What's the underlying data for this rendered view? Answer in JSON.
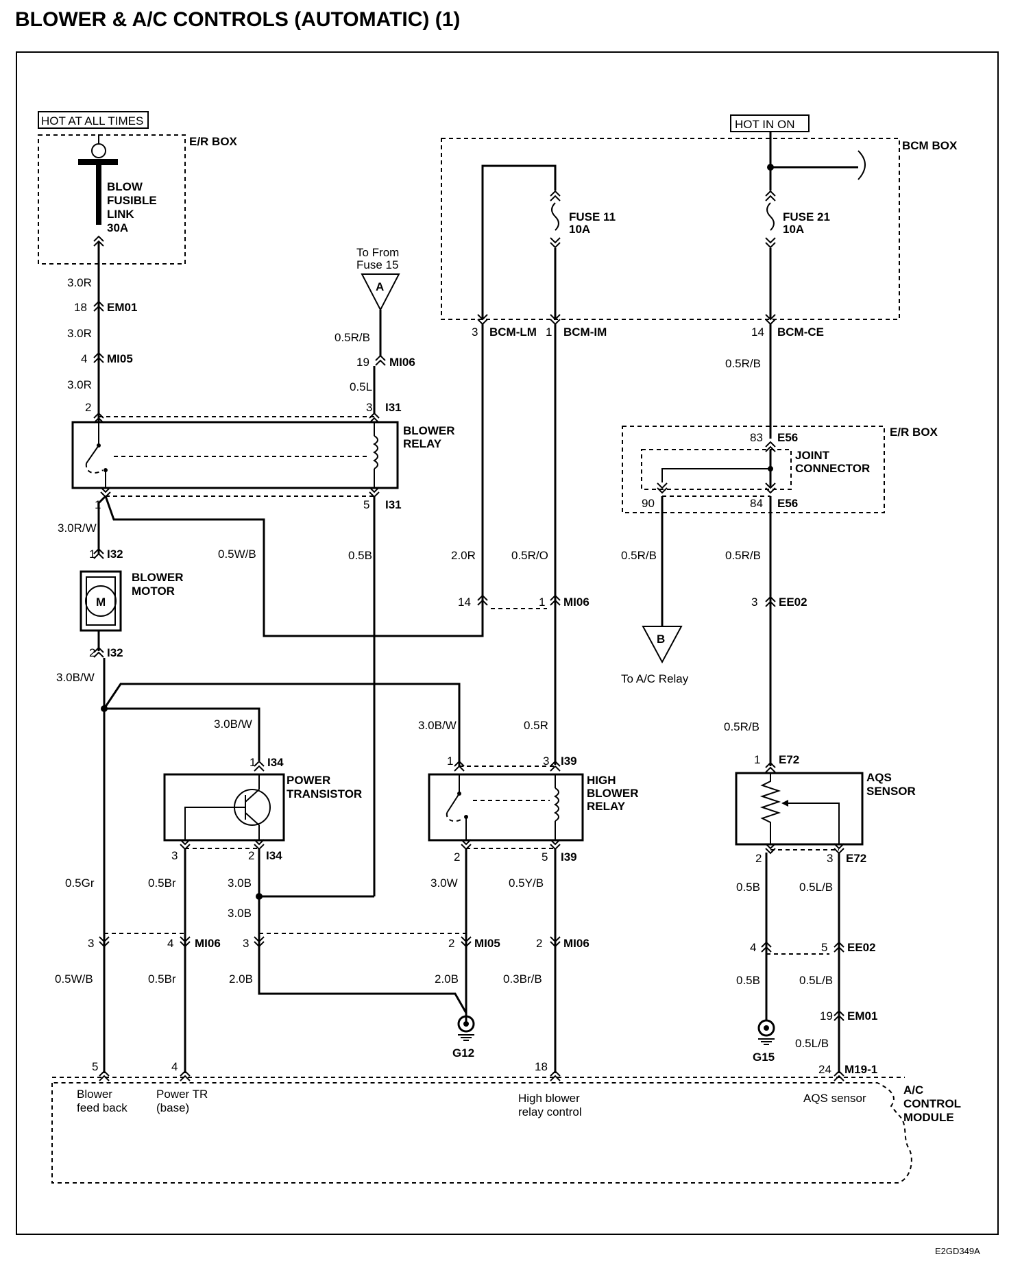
{
  "title": "BLOWER & A/C CONTROLS (AUTOMATIC) (1)",
  "code": "E2GD349A",
  "hot_at_all_times": "HOT AT ALL TIMES",
  "hot_in_on": "HOT IN ON",
  "er_box_1": "E/R BOX",
  "bcm_box": "BCM BOX",
  "er_box_2": "E/R BOX",
  "fusible_link": [
    "BLOW",
    "FUSIBLE",
    "LINK",
    "30A"
  ],
  "fuse11": [
    "FUSE 11",
    "10A"
  ],
  "fuse21": [
    "FUSE 21",
    "10A"
  ],
  "to_from_fuse15": [
    "To From",
    "Fuse 15"
  ],
  "conn_a": "A",
  "conn_b": "B",
  "to_ac_relay": "To A/C Relay",
  "blower_relay": [
    "BLOWER",
    "RELAY"
  ],
  "blower_motor": [
    "BLOWER",
    "MOTOR"
  ],
  "motor_symbol": "M",
  "power_transistor": [
    "POWER",
    "TRANSISTOR"
  ],
  "high_blower_relay": [
    "HIGH",
    "BLOWER",
    "RELAY"
  ],
  "joint_connector": [
    "JOINT",
    "CONNECTOR"
  ],
  "aqs_sensor": [
    "AQS",
    "SENSOR"
  ],
  "ac_control_module": [
    "A/C",
    "CONTROL",
    "MODULE"
  ],
  "grounds": [
    "G12",
    "G15"
  ],
  "module_pins": {
    "p5": "5",
    "p4": "4",
    "p18": "18",
    "p24": "24",
    "conn": "M19-1",
    "blower_feedback": [
      "Blower",
      "feed back"
    ],
    "power_tr_base": [
      "Power TR",
      "(base)"
    ],
    "high_blower_relay_control": [
      "High blower",
      "relay control"
    ],
    "aqs_sensor_label": "AQS sensor"
  },
  "col1": {
    "w1": "3.0R",
    "pin18": "18",
    "em01": "EM01",
    "w2": "3.0R",
    "pin4": "4",
    "mi05": "MI05",
    "w3": "3.0R",
    "pin2": "2",
    "pin1": "1",
    "w4": "3.0R/W",
    "pin1b": "1",
    "i32": "I32",
    "pin2b": "2",
    "i32b": "I32",
    "w5": "3.0B/W"
  },
  "col_fuse15": {
    "w1": "0.5R/B",
    "pin19": "19",
    "mi06": "MI06",
    "w2": "0.5L",
    "pin3": "3",
    "i31": "I31",
    "pin5": "5",
    "i31b": "I31",
    "w3": "0.5B"
  },
  "mid": {
    "w_05wb": "0.5W/B",
    "pin3": "3",
    "bcm_lm": "BCM-LM",
    "pin1": "1",
    "bcm_im": "BCM-IM",
    "w_20r": "2.0R",
    "w_05ro": "0.5R/O",
    "pin14": "14",
    "pin1b": "1",
    "mi06": "MI06",
    "w_30bw": "3.0B/W",
    "w_05r": "0.5R",
    "pin1c": "1",
    "pin3c": "3",
    "i39": "I39",
    "pin2": "2",
    "pin5": "5",
    "i39b": "I39",
    "w_30w": "3.0W",
    "w_05yb": "0.5Y/B",
    "pin2b": "2",
    "mi05": "MI05",
    "pin2c": "2",
    "mi06b": "MI06",
    "w_20b": "2.0B",
    "w_03brb": "0.3Br/B"
  },
  "pt": {
    "w_30bw": "3.0B/W",
    "pin1": "1",
    "i34": "I34",
    "pin3": "3",
    "pin2": "2",
    "i34b": "I34",
    "w_05gr": "0.5Gr",
    "w_05br": "0.5Br",
    "w_30b": "3.0B",
    "w_30b2": "3.0B",
    "pin3b": "3",
    "pin4": "4",
    "mi06": "MI06",
    "pin3c": "3",
    "w_05wb": "0.5W/B",
    "w_05br2": "0.5Br",
    "w_20b": "2.0B"
  },
  "right": {
    "pin14": "14",
    "bcm_ce": "BCM-CE",
    "w_05rb": "0.5R/B",
    "pin83": "83",
    "e56": "E56",
    "pin90": "90",
    "pin84": "84",
    "e56b": "E56",
    "w_05rb2": "0.5R/B",
    "w_05rb3": "0.5R/B",
    "pin3": "3",
    "ee02": "EE02",
    "w_05rb4": "0.5R/B",
    "pin1": "1",
    "e72": "E72",
    "pin2": "2",
    "pin3b": "3",
    "e72b": "E72",
    "w_05b": "0.5B",
    "w_05lb": "0.5L/B",
    "pin4": "4",
    "pin5": "5",
    "ee02b": "EE02",
    "w_05b2": "0.5B",
    "w_05lb2": "0.5L/B",
    "pin19": "19",
    "em01": "EM01",
    "w_05lb3": "0.5L/B"
  }
}
